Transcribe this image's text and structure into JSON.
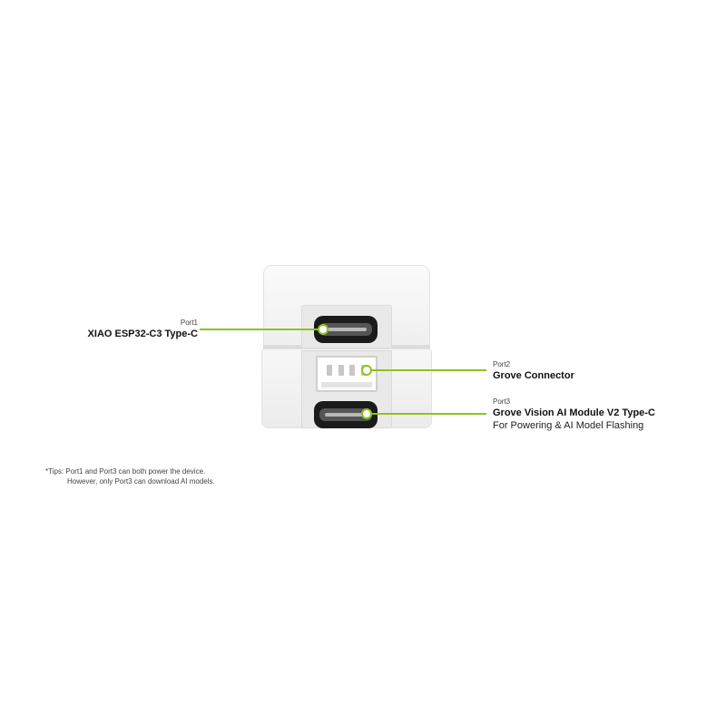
{
  "ports": [
    {
      "tag": "Port1",
      "title": "XIAO ESP32-C3 Type-C",
      "desc": ""
    },
    {
      "tag": "Port2",
      "title": "Grove Connector",
      "desc": ""
    },
    {
      "tag": "Port3",
      "title": "Grove Vision AI Module V2 Type-C",
      "desc": "For Powering & AI Model Flashing"
    }
  ],
  "tips": {
    "line1": "*Tips: Port1 and Port3 can both power the device.",
    "line2": "However, only Port3 can download AI models."
  },
  "colors": {
    "accent": "#8dc21f",
    "device": "#f3f3f3",
    "connector": "#1b1b1b"
  }
}
